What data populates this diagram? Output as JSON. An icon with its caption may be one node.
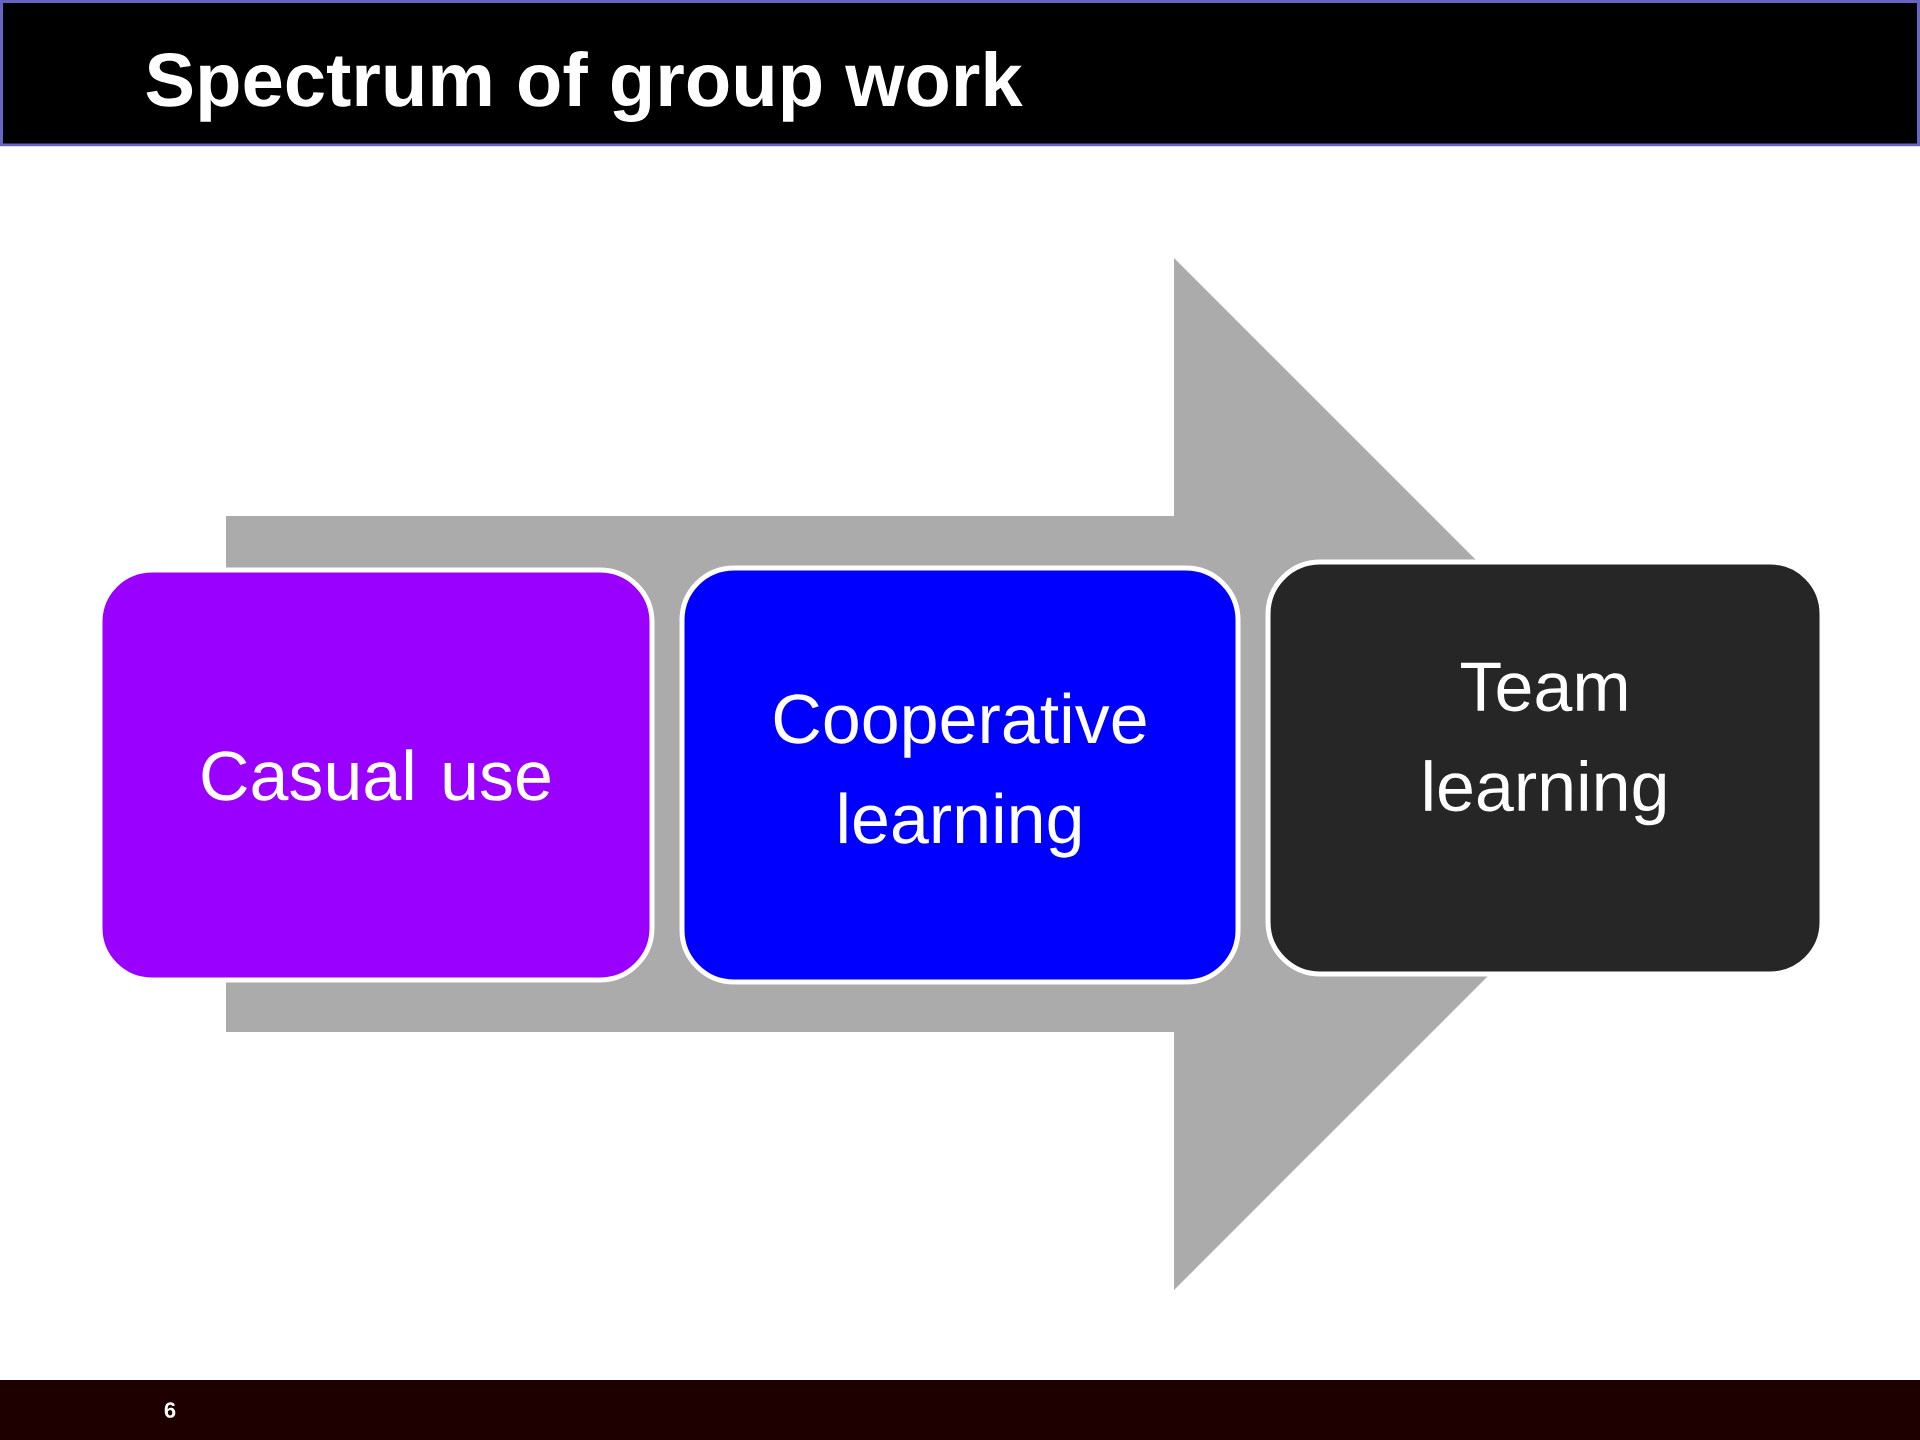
{
  "diagram": {
    "title": "Spectrum of group work",
    "nodes": [
      {
        "text": [
          "Casual use"
        ]
      },
      {
        "text": [
          "Cooperative learning"
        ]
      },
      {
        "text": [
          "Team learning"
        ]
      }
    ],
    "edges": [
      {
        "from": 0,
        "to": 2,
        "arrow": "to"
      }
    ],
    "labels": [
      "6"
    ]
  }
}
